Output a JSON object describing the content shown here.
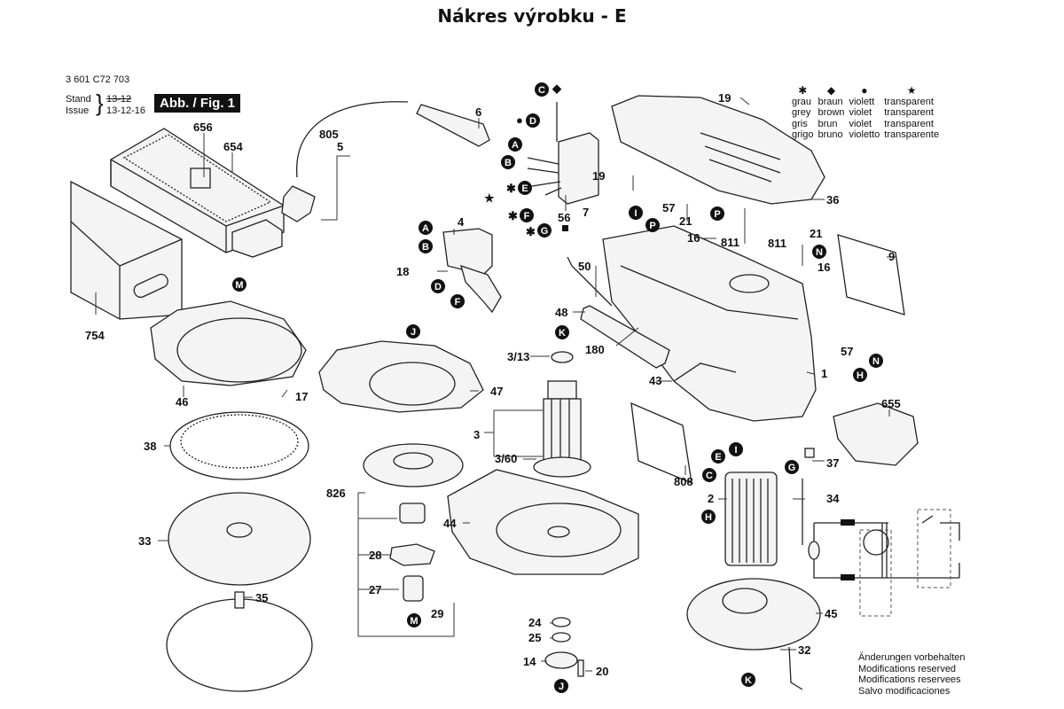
{
  "title": "Nákres výrobku - E",
  "header": {
    "doc_number": "3 601 C72 703",
    "stand_label": "Stand",
    "issue_label": "Issue",
    "issue_old": "13-12",
    "issue_new": "13-12-16",
    "figure_label": "Abb. / Fig. 1"
  },
  "legend": {
    "symbols": [
      "✱",
      "◆",
      "●",
      "★"
    ],
    "rows": [
      [
        "grau",
        "braun",
        "violett",
        "transparent"
      ],
      [
        "grey",
        "brown",
        "violet",
        "transparent"
      ],
      [
        "gris",
        "brun",
        "violet",
        "transparent"
      ],
      [
        "grigo",
        "bruno",
        "violetto",
        "transparente"
      ]
    ]
  },
  "footer": {
    "lines": [
      "Änderungen vorbehalten",
      "Modifications reserved",
      "Modifications reservees",
      "Salvo modificaciones"
    ]
  },
  "part_labels": [
    {
      "id": "656",
      "text": "656"
    },
    {
      "id": "654",
      "text": "654"
    },
    {
      "id": "754",
      "text": "754"
    },
    {
      "id": "805",
      "text": "805"
    },
    {
      "id": "5",
      "text": "5"
    },
    {
      "id": "6",
      "text": "6"
    },
    {
      "id": "4",
      "text": "4"
    },
    {
      "id": "18",
      "text": "18"
    },
    {
      "id": "56",
      "text": "56"
    },
    {
      "id": "19a",
      "text": "19"
    },
    {
      "id": "19b",
      "text": "19"
    },
    {
      "id": "7",
      "text": "7"
    },
    {
      "id": "57a",
      "text": "57"
    },
    {
      "id": "57b",
      "text": "57"
    },
    {
      "id": "21a",
      "text": "21"
    },
    {
      "id": "21b",
      "text": "21"
    },
    {
      "id": "16a",
      "text": "16"
    },
    {
      "id": "16b",
      "text": "16"
    },
    {
      "id": "811a",
      "text": "811"
    },
    {
      "id": "811b",
      "text": "811"
    },
    {
      "id": "36",
      "text": "36"
    },
    {
      "id": "9",
      "text": "9"
    },
    {
      "id": "50",
      "text": "50"
    },
    {
      "id": "48",
      "text": "48"
    },
    {
      "id": "180",
      "text": "180"
    },
    {
      "id": "1",
      "text": "1"
    },
    {
      "id": "43",
      "text": "43"
    },
    {
      "id": "655",
      "text": "655"
    },
    {
      "id": "37",
      "text": "37"
    },
    {
      "id": "808",
      "text": "808"
    },
    {
      "id": "2",
      "text": "2"
    },
    {
      "id": "34",
      "text": "34"
    },
    {
      "id": "45",
      "text": "45"
    },
    {
      "id": "32",
      "text": "32"
    },
    {
      "id": "46",
      "text": "46"
    },
    {
      "id": "17",
      "text": "17"
    },
    {
      "id": "38",
      "text": "38"
    },
    {
      "id": "33",
      "text": "33"
    },
    {
      "id": "35",
      "text": "35"
    },
    {
      "id": "47",
      "text": "47"
    },
    {
      "id": "3-13",
      "text": "3/13"
    },
    {
      "id": "3",
      "text": "3"
    },
    {
      "id": "3-60",
      "text": "3/60"
    },
    {
      "id": "826",
      "text": "826"
    },
    {
      "id": "44",
      "text": "44"
    },
    {
      "id": "28",
      "text": "28"
    },
    {
      "id": "27",
      "text": "27"
    },
    {
      "id": "29",
      "text": "29"
    },
    {
      "id": "24",
      "text": "24"
    },
    {
      "id": "25",
      "text": "25"
    },
    {
      "id": "14",
      "text": "14"
    },
    {
      "id": "20",
      "text": "20"
    }
  ],
  "connection_badges": [
    "A",
    "B",
    "C",
    "D",
    "E",
    "F",
    "G",
    "H",
    "I",
    "J",
    "K",
    "M",
    "N",
    "P"
  ]
}
